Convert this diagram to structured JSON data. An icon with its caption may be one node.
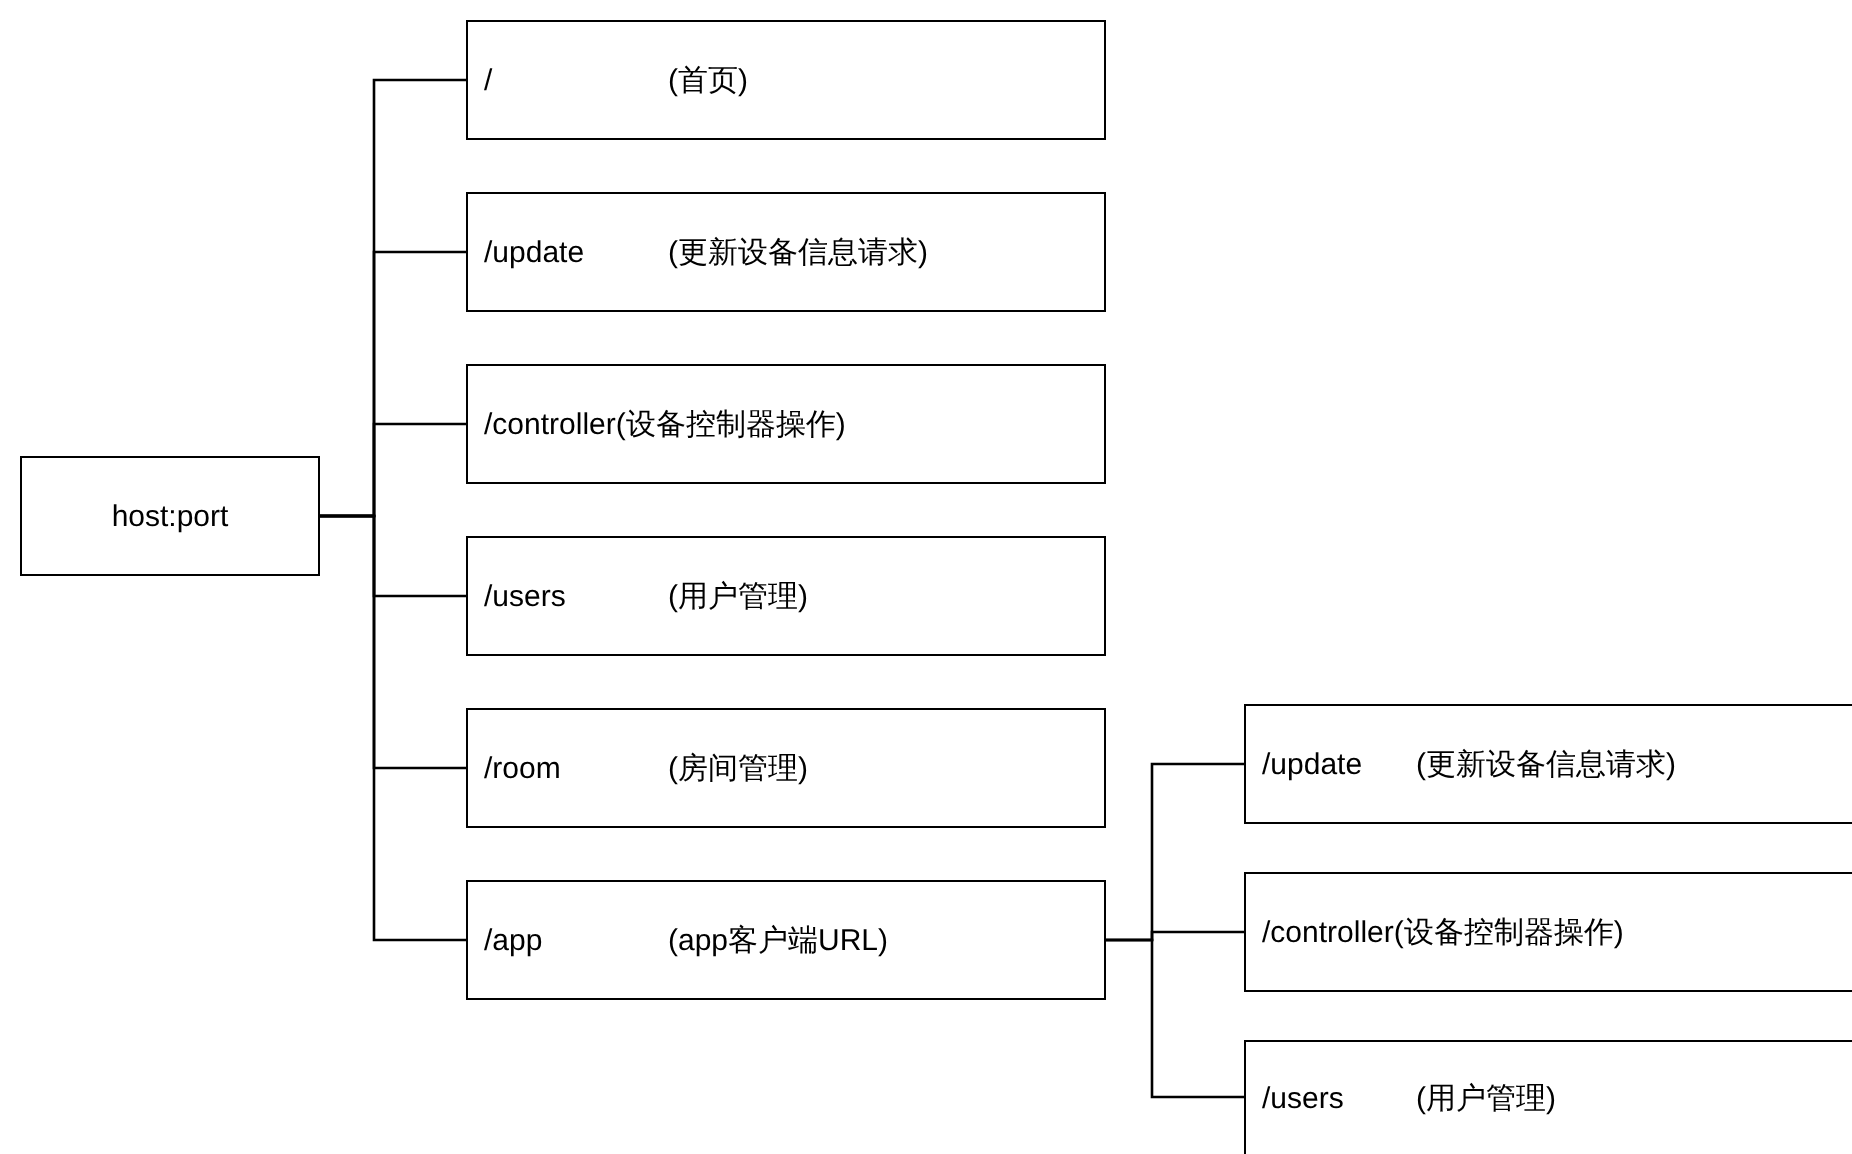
{
  "diagram": {
    "nodes": [
      {
        "text": [
          "host:port"
        ]
      },
      {
        "text": [
          "/",
          "(首页)"
        ]
      },
      {
        "text": [
          "/update",
          "(更新设备信息请求)"
        ]
      },
      {
        "text": [
          "/controller(设备控制器操作)"
        ]
      },
      {
        "text": [
          "/users",
          "(用户管理)"
        ]
      },
      {
        "text": [
          "/room",
          "(房间管理)"
        ]
      },
      {
        "text": [
          "/app",
          "(app客户端URL)"
        ]
      },
      {
        "text": [
          "/update",
          "(更新设备信息请求)"
        ]
      },
      {
        "text": [
          "/controller(设备控制器操作)"
        ]
      },
      {
        "text": [
          "/users",
          "(用户管理)"
        ]
      }
    ],
    "edges": [
      {
        "from": 0,
        "to": 1,
        "arrow": "none"
      },
      {
        "from": 0,
        "to": 2,
        "arrow": "none"
      },
      {
        "from": 0,
        "to": 3,
        "arrow": "none"
      },
      {
        "from": 0,
        "to": 4,
        "arrow": "none"
      },
      {
        "from": 0,
        "to": 5,
        "arrow": "none"
      },
      {
        "from": 0,
        "to": 6,
        "arrow": "none"
      },
      {
        "from": 6,
        "to": 7,
        "arrow": "none"
      },
      {
        "from": 6,
        "to": 8,
        "arrow": "none"
      },
      {
        "from": 6,
        "to": 9,
        "arrow": "none"
      }
    ]
  }
}
